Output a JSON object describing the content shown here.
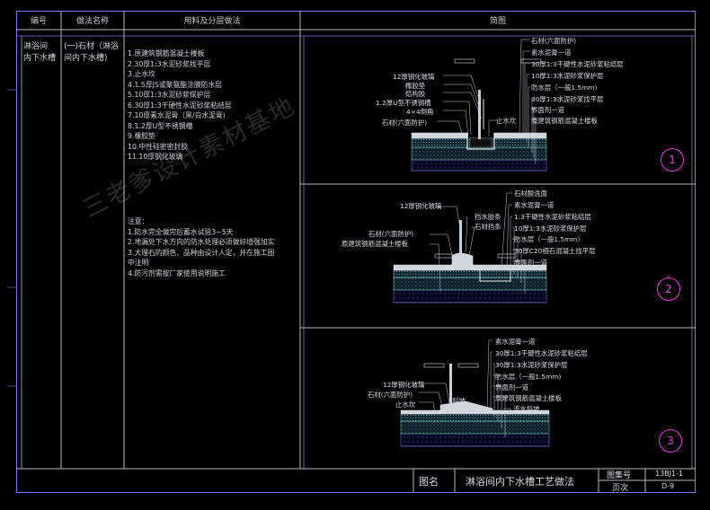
{
  "header": {
    "col_id": "编号",
    "col_method": "做法名称",
    "col_materials": "用料及分层做法",
    "col_diagram": "简图"
  },
  "row": {
    "id": "淋浴间\n内下水槽",
    "method": "(一)石材（淋浴\n间内下水槽)",
    "layers": "1.原建筑钢筋混凝土楼板\n2.30厚1:3水泥砂浆找平层\n3.止水坎\n4.1.5厚JS或聚氨酯涂膜防水层\n5.10厚1:3水泥砂浆保护层\n6.30厚1:3干硬性水泥砂浆粘结层\n7.10厚素水泥膏（黑/白水泥膏)\n8.1.2厚U型不锈钢槽\n9.橡胶垫\n10.中性硅密密封胶\n11.10厚钢化玻璃",
    "notes": "注意：\n1.防水完全做完后蓄水试验3~5天\n2.地漏处下水方向的防水处理必须做好增强加实\n3.大理石的颜色、品种由设计人定，并在施工图\n中注明\n4.防污剂需按厂家使用说明施工"
  },
  "watermark": "三老爹设计素材基地",
  "detail1": {
    "badge": "1",
    "labels_left": [
      "12厚钢化玻璃",
      "橡胶垫",
      "结构胶",
      "1.2厚U型不锈钢槽",
      "4×4倒角",
      "石材(六面防护)"
    ],
    "labels_right": [
      "石材(六面防护)",
      "素水泥膏一道",
      "30厚1:3干硬性水泥砂浆粘结层",
      "10厚1:3水泥砂浆保护层",
      "防水层（一般1.5mm)",
      "30厚1:3水泥砂浆找平层",
      "界面剂一道",
      "原建筑钢筋混凝土楼板"
    ],
    "label_center": "止水坎"
  },
  "detail2": {
    "badge": "2",
    "labels_left": [
      "12厚钢化玻璃",
      "石材(六面防护)",
      "原建筑钢筋混凝土楼板"
    ],
    "labels_mid": [
      "挡水胶条",
      "石材挡条"
    ],
    "labels_right": [
      "石材酸洗面",
      "素水泥膏一道",
      "1:3干硬性水泥砂浆粘结层",
      "10厚1:3水泥砂浆保护层",
      "防水层（一般1.5mm)",
      "30厚C20细石混凝土找平层",
      "界面剂一道"
    ]
  },
  "detail3": {
    "badge": "3",
    "labels_left": [
      "12厚钢化玻璃",
      "石材(六面防护)",
      "止水坎"
    ],
    "label_slope": "斜坡",
    "labels_right": [
      "素水泥膏一道",
      "30厚1:3干硬性水泥砂浆粘结层",
      "30厚1:3水泥砂浆保护层",
      "防水层（一般1.5mm)",
      "界面剂一道",
      "原建筑钢筋混凝土楼板",
      "流水斜坡"
    ]
  },
  "titleblock": {
    "label_name": "图名",
    "name": "淋浴间内下水槽工艺做法",
    "label_atlas": "图集号",
    "atlas_no": "13BJ1-1",
    "label_page": "页次",
    "page_no": "D-9"
  }
}
